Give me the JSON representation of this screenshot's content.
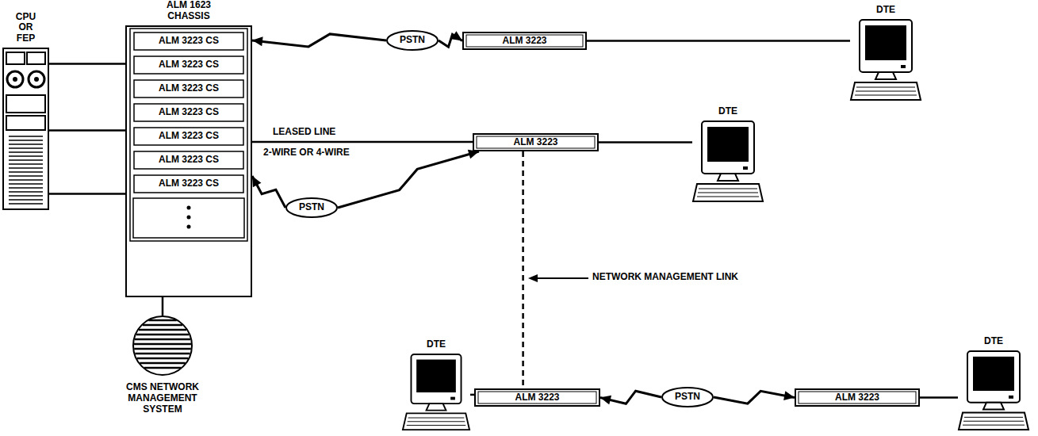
{
  "diagram": {
    "nodes": [
      {
        "text": [
          "CPU OR FEP"
        ]
      },
      {
        "text": [
          "ALM 1623 CHASSIS"
        ]
      },
      {
        "text": [
          "ALM 3223 CS"
        ],
        "in": 1
      },
      {
        "text": [
          "ALM 3223 CS"
        ],
        "in": 1
      },
      {
        "text": [
          "ALM 3223 CS"
        ],
        "in": 1
      },
      {
        "text": [
          "ALM 3223 CS"
        ],
        "in": 1
      },
      {
        "text": [
          "ALM 3223 CS"
        ],
        "in": 1
      },
      {
        "text": [
          "ALM 3223 CS"
        ],
        "in": 1
      },
      {
        "text": [
          "ALM 3223 CS"
        ],
        "in": 1
      },
      {
        "text": [
          "PSTN"
        ]
      },
      {
        "text": [
          "ALM 3223"
        ]
      },
      {
        "text": [
          "DTE"
        ]
      },
      {
        "text": [
          "PSTN"
        ]
      },
      {
        "text": [
          "ALM 3223"
        ]
      },
      {
        "text": [
          "DTE"
        ]
      },
      {
        "text": [
          "CMS NETWORK MANAGEMENT SYSTEM"
        ]
      },
      {
        "text": [
          "ALM 3223"
        ]
      },
      {
        "text": [
          "DTE"
        ]
      },
      {
        "text": [
          "PSTN"
        ]
      },
      {
        "text": [
          "ALM 3223"
        ]
      },
      {
        "text": [
          "DTE"
        ]
      }
    ],
    "edges": [
      {
        "from": 0,
        "to": 1,
        "arrow": "none"
      },
      {
        "from": 0,
        "to": 1,
        "arrow": "none"
      },
      {
        "from": 0,
        "to": 1,
        "arrow": "none"
      },
      {
        "from": 9,
        "to": 1,
        "arrow": "to"
      },
      {
        "from": 9,
        "to": 10,
        "arrow": "to"
      },
      {
        "from": 10,
        "to": 11,
        "arrow": "none"
      },
      {
        "from": 1,
        "to": 13,
        "label": "LEASED LINE",
        "arrow": "none"
      },
      {
        "from": 12,
        "to": 1,
        "arrow": "to"
      },
      {
        "from": 12,
        "to": 13,
        "arrow": "to"
      },
      {
        "from": 13,
        "to": 14,
        "arrow": "none"
      },
      {
        "from": 13,
        "to": 16,
        "arrow": "none"
      },
      {
        "from": 1,
        "to": 15,
        "arrow": "none"
      },
      {
        "from": 17,
        "to": 16,
        "arrow": "none"
      },
      {
        "from": 18,
        "to": 16,
        "arrow": "to"
      },
      {
        "from": 18,
        "to": 19,
        "arrow": "to"
      },
      {
        "from": 19,
        "to": 20,
        "arrow": "none"
      }
    ],
    "labels": [
      "2-WIRE OR 4-WIRE",
      "NETWORK MANAGEMENT LINK"
    ]
  }
}
